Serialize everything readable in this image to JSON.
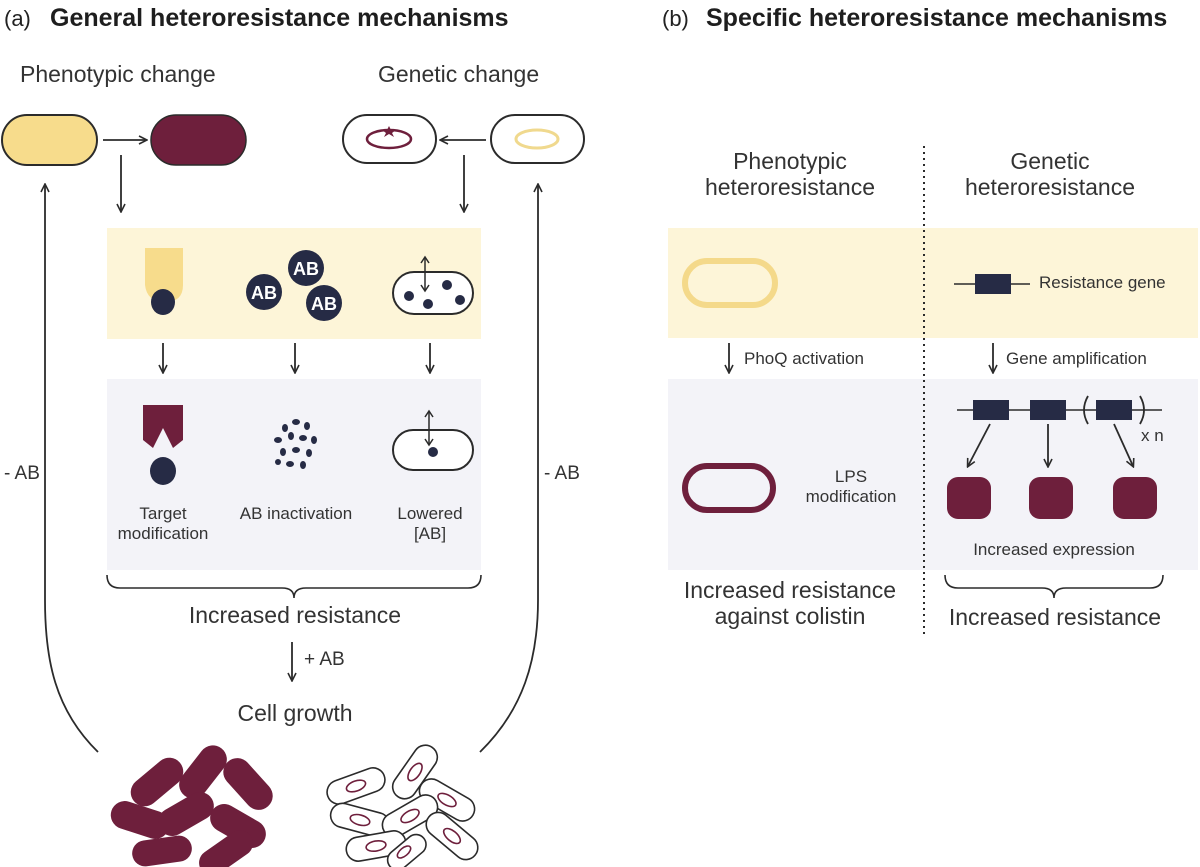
{
  "panel_a": {
    "letter": "(a)",
    "title": "General heteroresistance mechanisms",
    "phenotypic_change": "Phenotypic change",
    "genetic_change": "Genetic change",
    "ab_token": "AB",
    "target_modification": "Target\nmodification",
    "ab_inactivation": "AB inactivation",
    "lowered_ab": "Lowered\n[AB]",
    "increased_resistance": "Increased resistance",
    "plus_ab": "+ AB",
    "cell_growth": "Cell growth",
    "minus_ab_left": "- AB",
    "minus_ab_right": "- AB"
  },
  "panel_b": {
    "letter": "(b)",
    "title": "Specific heteroresistance mechanisms",
    "phenotypic_heteroresistance": "Phenotypic\nheteroresistance",
    "genetic_heteroresistance": "Genetic\nheteroresistance",
    "resistance_gene": "Resistance gene",
    "phoq_activation": "PhoQ activation",
    "gene_amplification": "Gene amplification",
    "lps_modification": "LPS\nmodification",
    "times_n": "x n",
    "increased_expression": "Increased expression",
    "increased_resistance_colistin": "Increased resistance\nagainst colistin",
    "increased_resistance": "Increased resistance"
  },
  "colors": {
    "yellow_cell": "#f7dc8c",
    "maroon": "#6e1f3c",
    "navy": "#262b45",
    "yellow_band": "#fdf5d8",
    "grey_band": "#f3f3f8"
  }
}
